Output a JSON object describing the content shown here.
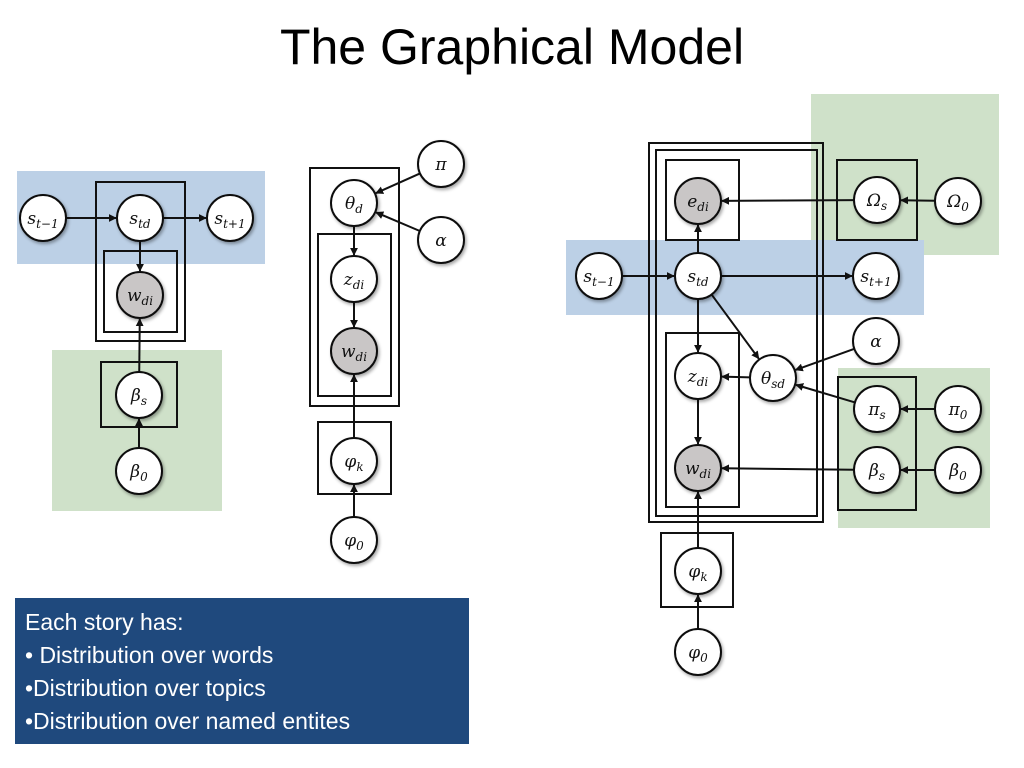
{
  "slide": {
    "title": "The Graphical Model",
    "info_heading": "Each story has:",
    "info_items": [
      "• Distribution over words",
      "•Distribution over topics",
      "•Distribution over named entites"
    ]
  },
  "colors": {
    "blue_region": "#bcd0e6",
    "green_region": "#cfe1c9",
    "observed_node": "#c9c6c6",
    "box_fill": "#1f497d"
  },
  "diagram1": {
    "nodes": [
      {
        "id": "s_prev",
        "base": "s",
        "sub": "t−1",
        "observed": false
      },
      {
        "id": "s_td",
        "base": "s",
        "sub": "td",
        "observed": false
      },
      {
        "id": "s_next",
        "base": "s",
        "sub": "t+1",
        "observed": false
      },
      {
        "id": "w_di",
        "base": "w",
        "sub": "di",
        "observed": true
      },
      {
        "id": "beta_s",
        "base": "β",
        "sub": "s",
        "observed": false
      },
      {
        "id": "beta_0",
        "base": "β",
        "sub": "0",
        "observed": false
      }
    ],
    "edges": [
      [
        "s_prev",
        "s_td"
      ],
      [
        "s_td",
        "s_next"
      ],
      [
        "s_td",
        "w_di"
      ],
      [
        "beta_s",
        "w_di"
      ],
      [
        "beta_0",
        "beta_s"
      ]
    ]
  },
  "diagram2": {
    "nodes": [
      {
        "id": "pi",
        "base": "π",
        "sub": "",
        "observed": false
      },
      {
        "id": "alpha",
        "base": "α",
        "sub": "",
        "observed": false
      },
      {
        "id": "theta_d",
        "base": "θ",
        "sub": "d",
        "observed": false
      },
      {
        "id": "z_di",
        "base": "z",
        "sub": "di",
        "observed": false
      },
      {
        "id": "w_di",
        "base": "w",
        "sub": "di",
        "observed": true
      },
      {
        "id": "phi_k",
        "base": "φ",
        "sub": "k",
        "observed": false
      },
      {
        "id": "phi_0",
        "base": "φ",
        "sub": "0",
        "observed": false
      }
    ],
    "edges": [
      [
        "pi",
        "theta_d"
      ],
      [
        "alpha",
        "theta_d"
      ],
      [
        "theta_d",
        "z_di"
      ],
      [
        "z_di",
        "w_di"
      ],
      [
        "phi_k",
        "w_di"
      ],
      [
        "phi_0",
        "phi_k"
      ]
    ]
  },
  "diagram3": {
    "nodes": [
      {
        "id": "e_di",
        "base": "e",
        "sub": "di",
        "observed": true
      },
      {
        "id": "Omega_s",
        "base": "Ω",
        "sub": "s",
        "observed": false
      },
      {
        "id": "Omega_0",
        "base": "Ω",
        "sub": "0",
        "observed": false
      },
      {
        "id": "s_prev",
        "base": "s",
        "sub": "t−1",
        "observed": false
      },
      {
        "id": "s_td",
        "base": "s",
        "sub": "td",
        "observed": false
      },
      {
        "id": "s_next",
        "base": "s",
        "sub": "t+1",
        "observed": false
      },
      {
        "id": "alpha",
        "base": "α",
        "sub": "",
        "observed": false
      },
      {
        "id": "z_di",
        "base": "z",
        "sub": "di",
        "observed": false
      },
      {
        "id": "theta_sd",
        "base": "θ",
        "sub": "sd",
        "observed": false
      },
      {
        "id": "pi_s",
        "base": "π",
        "sub": "s",
        "observed": false
      },
      {
        "id": "pi_0",
        "base": "π",
        "sub": "0",
        "observed": false
      },
      {
        "id": "w_di",
        "base": "w",
        "sub": "di",
        "observed": true
      },
      {
        "id": "beta_s",
        "base": "β",
        "sub": "s",
        "observed": false
      },
      {
        "id": "beta_0",
        "base": "β",
        "sub": "0",
        "observed": false
      },
      {
        "id": "phi_k",
        "base": "φ",
        "sub": "k",
        "observed": false
      },
      {
        "id": "phi_0",
        "base": "φ",
        "sub": "0",
        "observed": false
      }
    ],
    "edges": [
      [
        "Omega_0",
        "Omega_s"
      ],
      [
        "Omega_s",
        "e_di"
      ],
      [
        "s_td",
        "e_di"
      ],
      [
        "s_prev",
        "s_td"
      ],
      [
        "s_td",
        "s_next"
      ],
      [
        "s_td",
        "z_di"
      ],
      [
        "s_td",
        "theta_sd"
      ],
      [
        "alpha",
        "theta_sd"
      ],
      [
        "pi_s",
        "theta_sd"
      ],
      [
        "pi_0",
        "pi_s"
      ],
      [
        "theta_sd",
        "z_di"
      ],
      [
        "z_di",
        "w_di"
      ],
      [
        "beta_s",
        "w_di"
      ],
      [
        "beta_0",
        "beta_s"
      ],
      [
        "phi_k",
        "w_di"
      ],
      [
        "phi_0",
        "phi_k"
      ]
    ]
  }
}
